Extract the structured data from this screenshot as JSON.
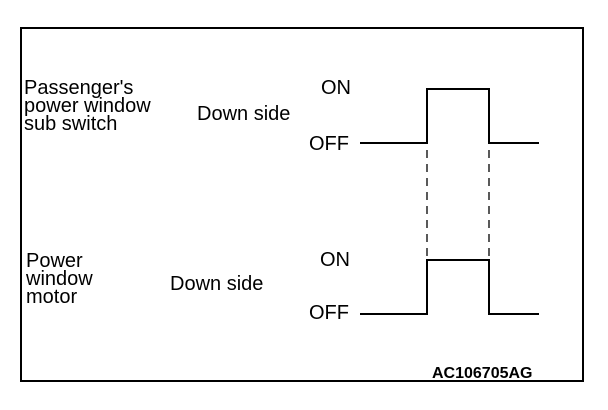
{
  "signal_1": {
    "name_lines": [
      "Passenger's",
      "power window",
      "sub switch"
    ],
    "side": "Down side",
    "on_label": "ON",
    "off_label": "OFF"
  },
  "signal_2": {
    "name_lines": [
      "Power",
      "window",
      "motor"
    ],
    "side": "Down side",
    "on_label": "ON",
    "off_label": "OFF"
  },
  "reference_code": "AC106705AG",
  "colors": {
    "line": "#000000",
    "background": "#ffffff"
  }
}
